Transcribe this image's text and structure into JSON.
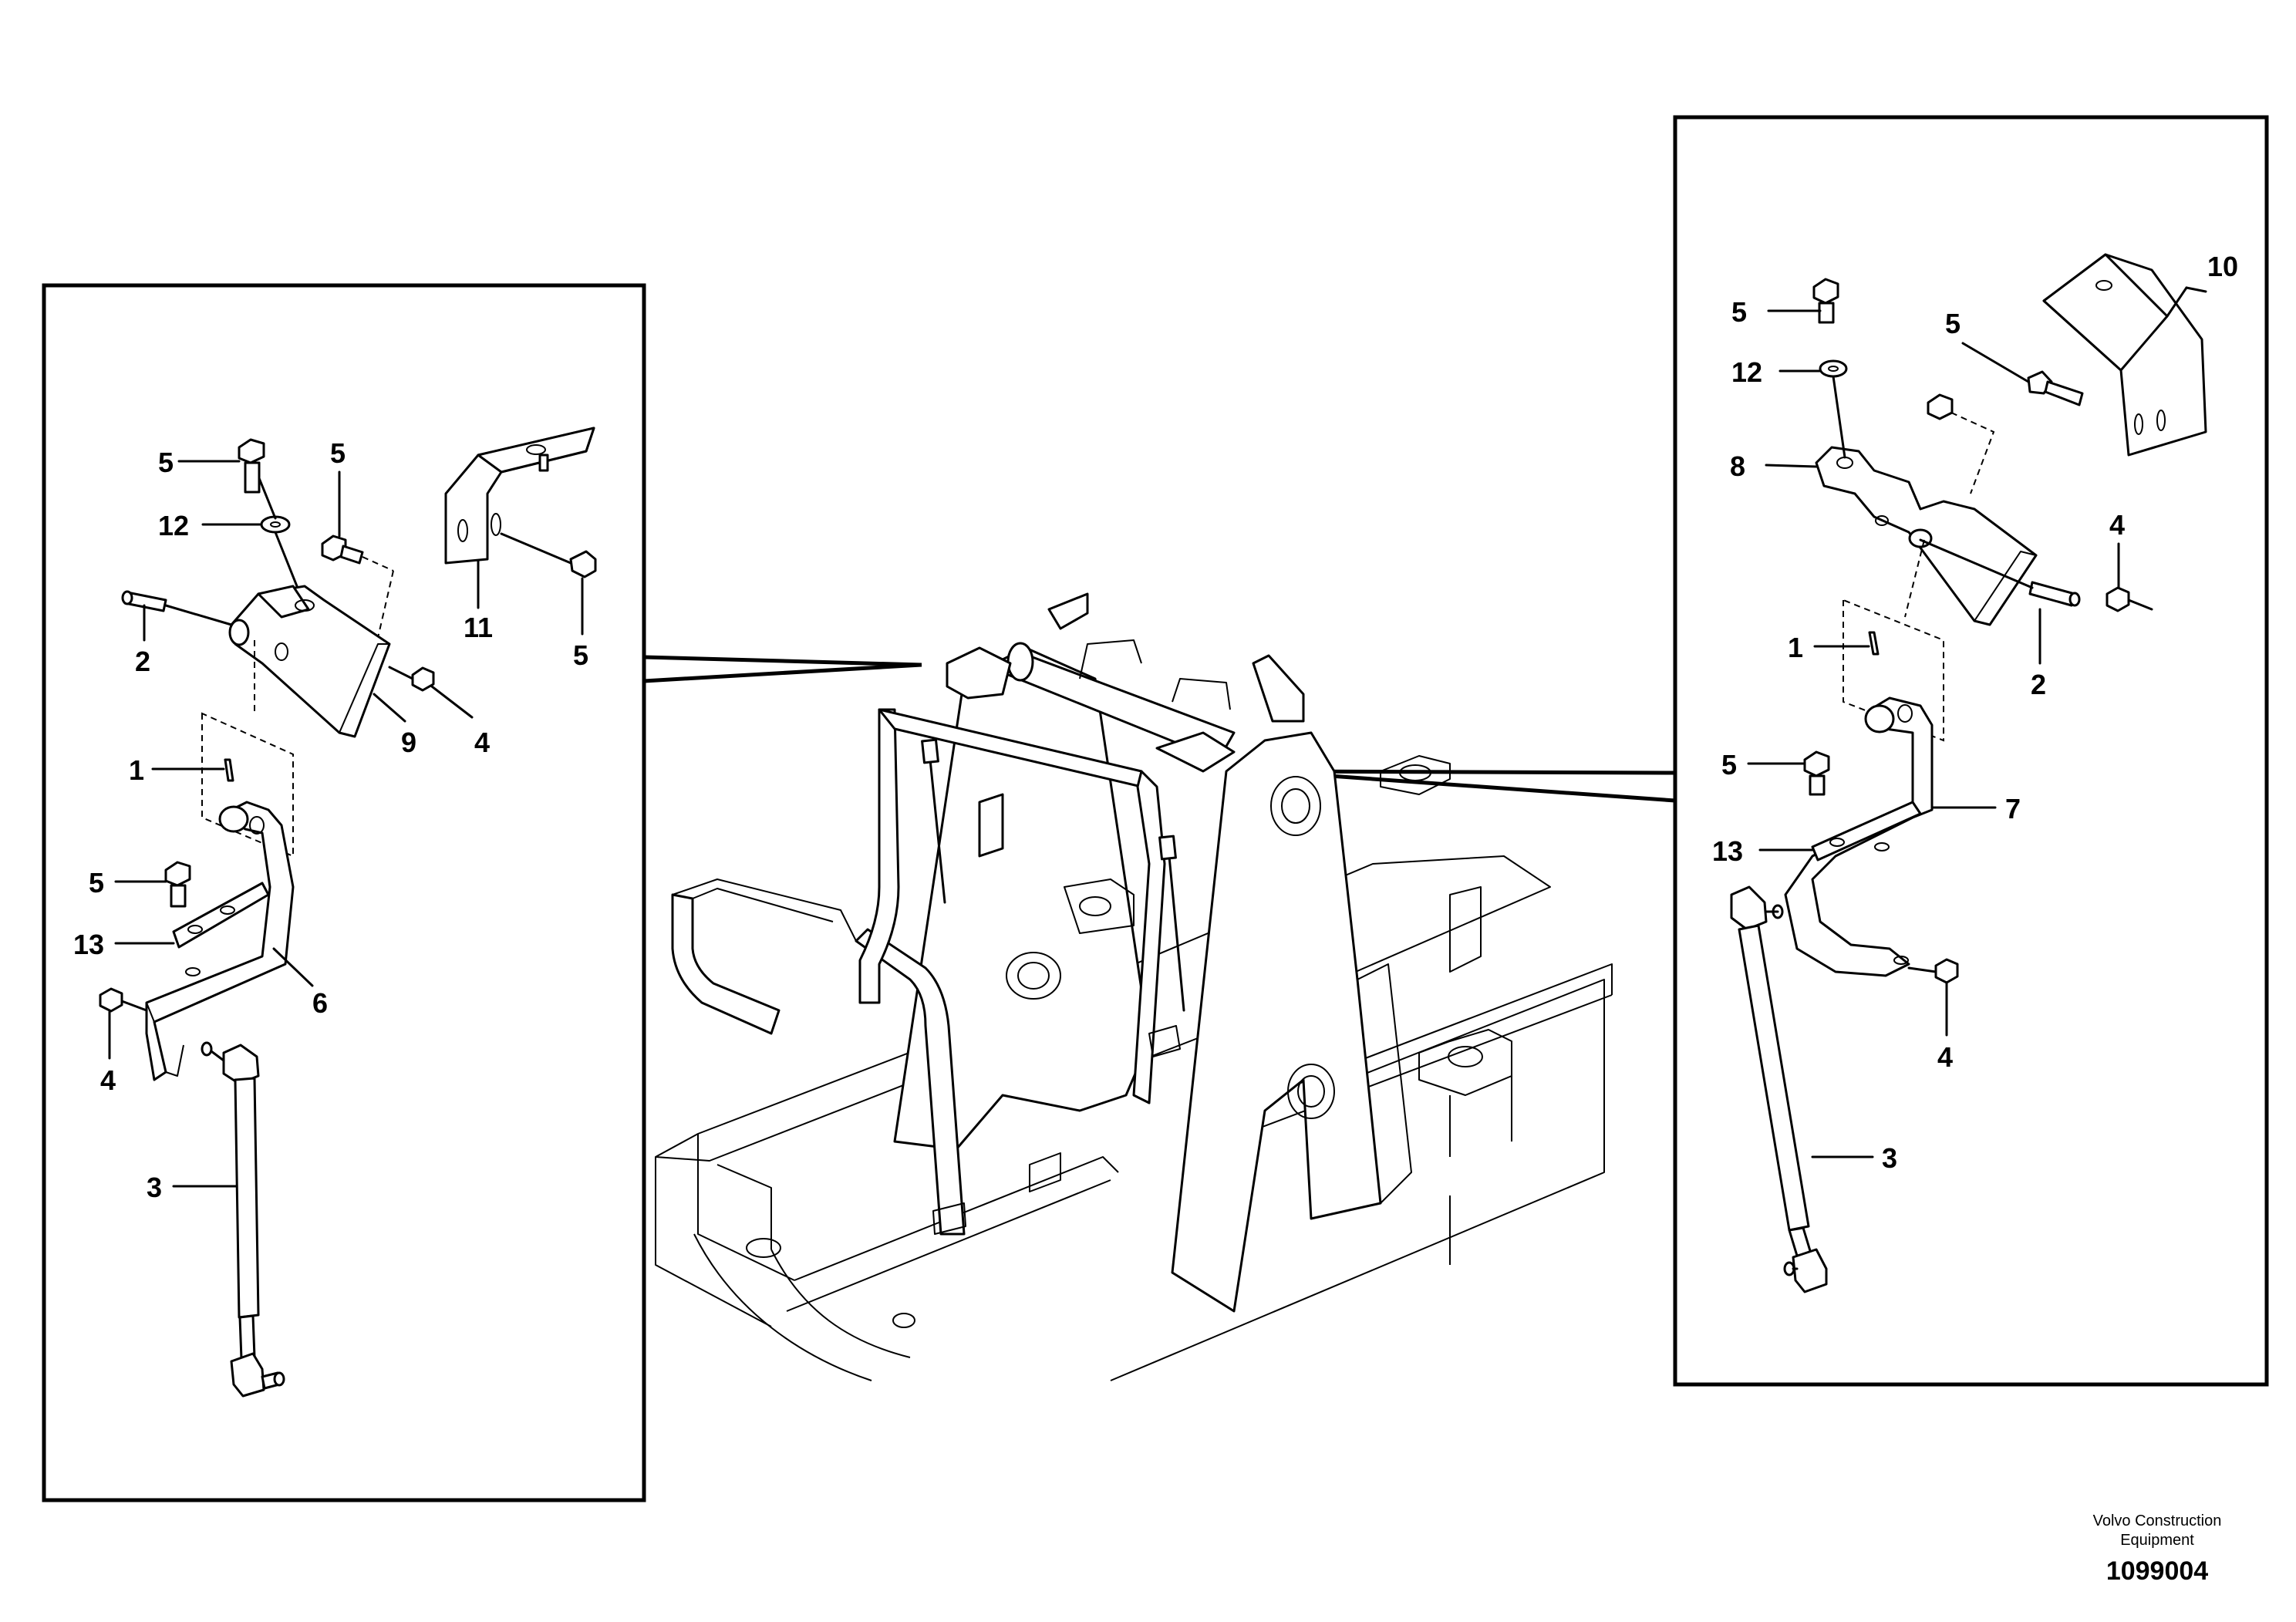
{
  "callouts": {
    "left": {
      "c5a": "5",
      "c12": "12",
      "c5b": "5",
      "c11": "11",
      "c5c": "5",
      "c2": "2",
      "c9": "9",
      "c4a": "4",
      "c1": "1",
      "c5d": "5",
      "c13": "13",
      "c6": "6",
      "c4b": "4",
      "c3": "3"
    },
    "right": {
      "c10": "10",
      "c5a": "5",
      "c12": "12",
      "c5b": "5",
      "c8": "8",
      "c4a": "4",
      "c1": "1",
      "c2": "2",
      "c5c": "5",
      "c7": "7",
      "c13": "13",
      "c4b": "4",
      "c3": "3"
    }
  },
  "footer": {
    "company_line1": "Volvo Construction",
    "company_line2": "Equipment",
    "drawing_number": "1099004"
  }
}
